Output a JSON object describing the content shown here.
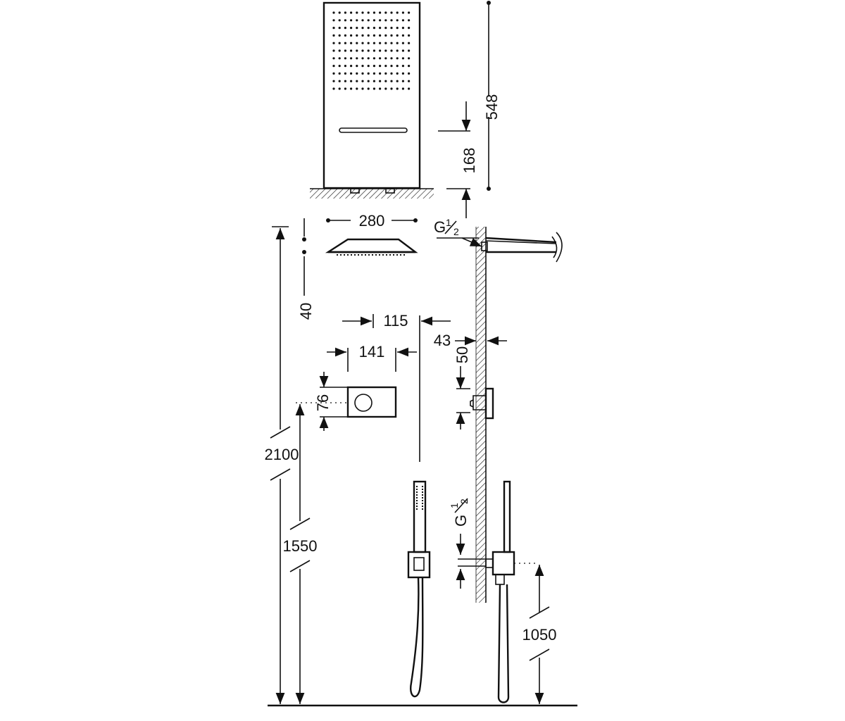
{
  "dimensions": {
    "head_height": "548",
    "head_outlet_height": "168",
    "head_width": "280",
    "head_thickness": "40",
    "valve_offset": "115",
    "valve_plate_width": "141",
    "wall_projection": "43",
    "valve_vertical": "50",
    "valve_plate_height": "76",
    "overall_height": "2100",
    "valve_height": "1550",
    "outlet_height": "1050"
  },
  "threads": {
    "upper": {
      "letter": "G",
      "num": "1",
      "den": "2"
    },
    "lower": {
      "letter": "G",
      "num": "1",
      "den": "2"
    }
  }
}
